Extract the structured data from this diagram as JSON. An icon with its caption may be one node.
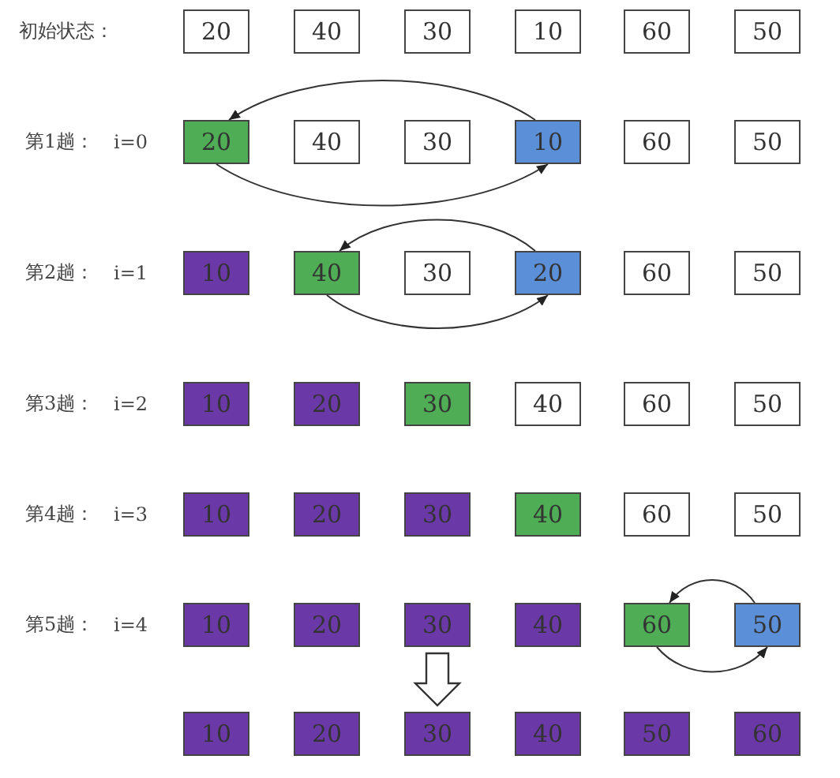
{
  "diagram": {
    "nodes": [
      {
        "text": [
          "20"
        ]
      },
      {
        "text": [
          "40"
        ]
      },
      {
        "text": [
          "30"
        ]
      },
      {
        "text": [
          "10"
        ]
      },
      {
        "text": [
          "60"
        ]
      },
      {
        "text": [
          "50"
        ]
      },
      {
        "text": [
          "20"
        ]
      },
      {
        "text": [
          "40"
        ]
      },
      {
        "text": [
          "30"
        ]
      },
      {
        "text": [
          "10"
        ]
      },
      {
        "text": [
          "60"
        ]
      },
      {
        "text": [
          "50"
        ]
      },
      {
        "text": [
          "10"
        ]
      },
      {
        "text": [
          "40"
        ]
      },
      {
        "text": [
          "30"
        ]
      },
      {
        "text": [
          "20"
        ]
      },
      {
        "text": [
          "60"
        ]
      },
      {
        "text": [
          "50"
        ]
      },
      {
        "text": [
          "10"
        ]
      },
      {
        "text": [
          "20"
        ]
      },
      {
        "text": [
          "30"
        ]
      },
      {
        "text": [
          "40"
        ]
      },
      {
        "text": [
          "60"
        ]
      },
      {
        "text": [
          "50"
        ]
      },
      {
        "text": [
          "10"
        ]
      },
      {
        "text": [
          "20"
        ]
      },
      {
        "text": [
          "30"
        ]
      },
      {
        "text": [
          "40"
        ]
      },
      {
        "text": [
          "60"
        ]
      },
      {
        "text": [
          "50"
        ]
      },
      {
        "text": [
          "10"
        ]
      },
      {
        "text": [
          "20"
        ]
      },
      {
        "text": [
          "30"
        ]
      },
      {
        "text": [
          "40"
        ]
      },
      {
        "text": [
          "60"
        ]
      },
      {
        "text": [
          "50"
        ]
      },
      {
        "text": [
          "10"
        ]
      },
      {
        "text": [
          "20"
        ]
      },
      {
        "text": [
          "30"
        ]
      },
      {
        "text": [
          "40"
        ]
      },
      {
        "text": [
          "50"
        ]
      },
      {
        "text": [
          "60"
        ]
      }
    ],
    "edges": [
      {
        "from": 9,
        "to": 6,
        "arrow": "to"
      },
      {
        "from": 6,
        "to": 9,
        "arrow": "to"
      },
      {
        "from": 15,
        "to": 13,
        "arrow": "to"
      },
      {
        "from": 13,
        "to": 15,
        "arrow": "to"
      },
      {
        "from": 35,
        "to": 34,
        "arrow": "to"
      },
      {
        "from": 34,
        "to": 35,
        "arrow": "to"
      },
      {
        "from": 32,
        "to": 38,
        "arrow": "to",
        "style": "thick"
      }
    ],
    "labels": [
      "初始状态：",
      "第1趟：",
      "i=0",
      "第2趟：",
      "i=1",
      "第3趟：",
      "i=2",
      "第4趟：",
      "i=3",
      "第5趟：",
      "i=4"
    ]
  }
}
